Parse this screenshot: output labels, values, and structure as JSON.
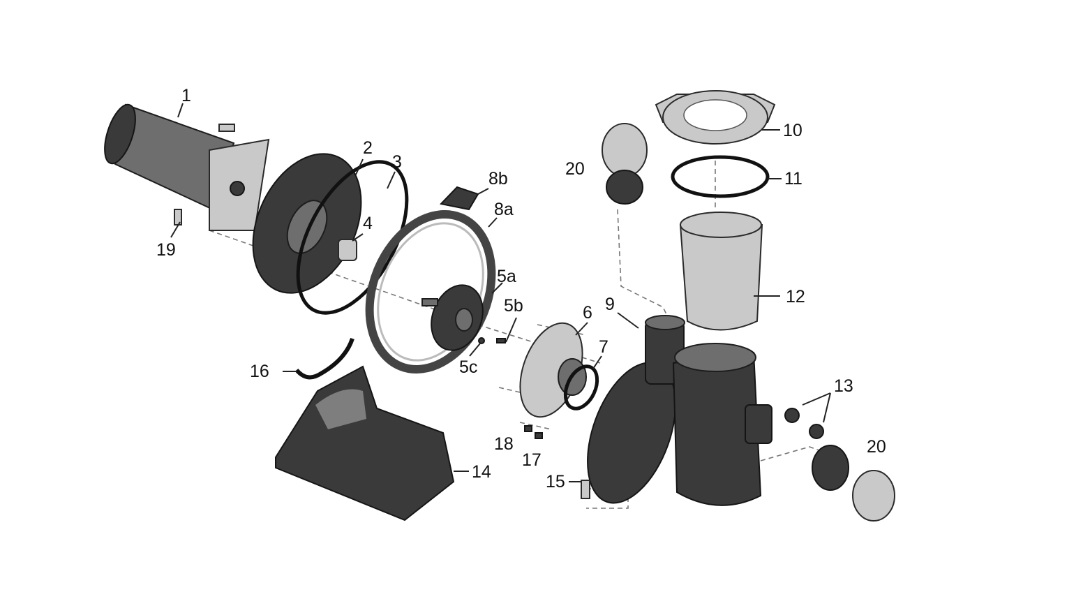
{
  "diagram": {
    "labels": [
      "1",
      "2",
      "3",
      "4",
      "5a",
      "5b",
      "5c",
      "6",
      "7",
      "8a",
      "8b",
      "9",
      "10",
      "11",
      "12",
      "13",
      "14",
      "15",
      "16",
      "17",
      "18",
      "19",
      "20",
      "20"
    ]
  }
}
